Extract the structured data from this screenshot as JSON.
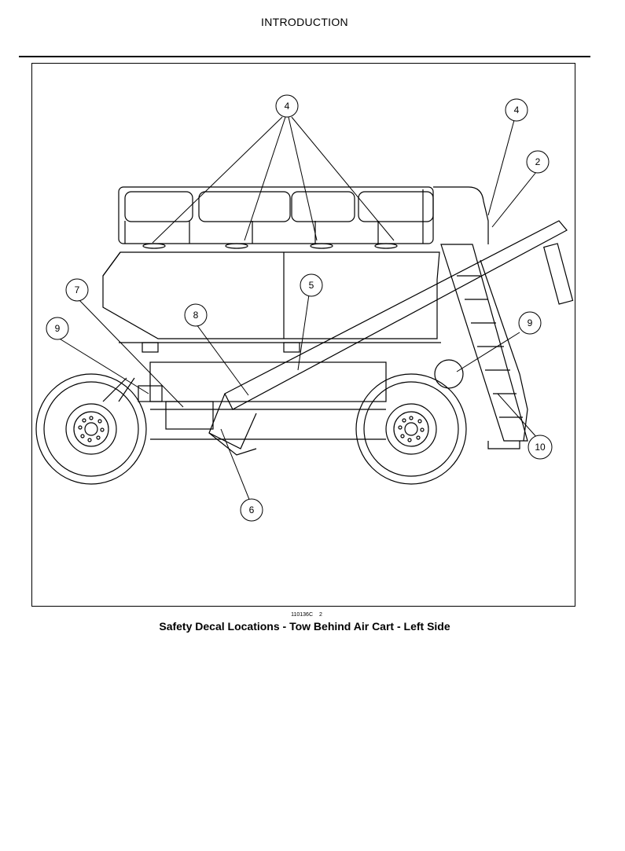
{
  "header": {
    "title": "INTRODUCTION"
  },
  "figure": {
    "figure_code": "110136C",
    "figure_number": "2",
    "caption": "Safety Decal Locations - Tow Behind Air Cart - Left Side",
    "callouts": [
      "4",
      "4",
      "2",
      "7",
      "5",
      "8",
      "9",
      "9",
      "10",
      "6"
    ]
  }
}
